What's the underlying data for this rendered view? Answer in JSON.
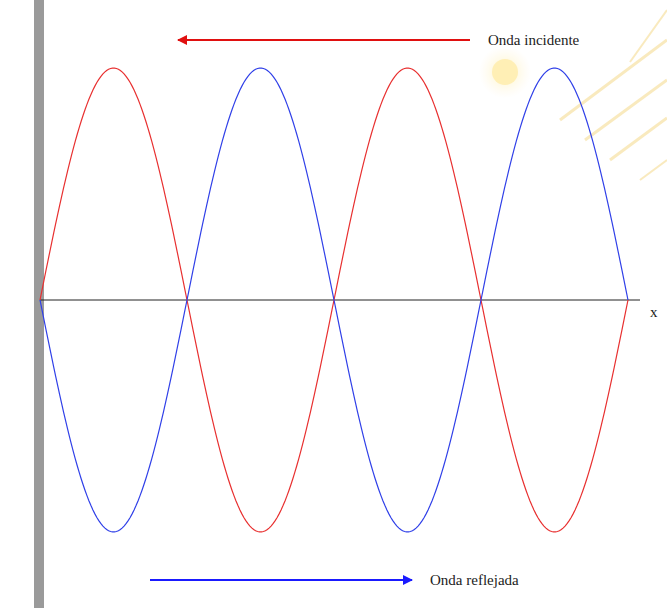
{
  "diagram": {
    "labels": [
      "Onda incidente",
      "Onda reflejada",
      "x"
    ]
  }
}
